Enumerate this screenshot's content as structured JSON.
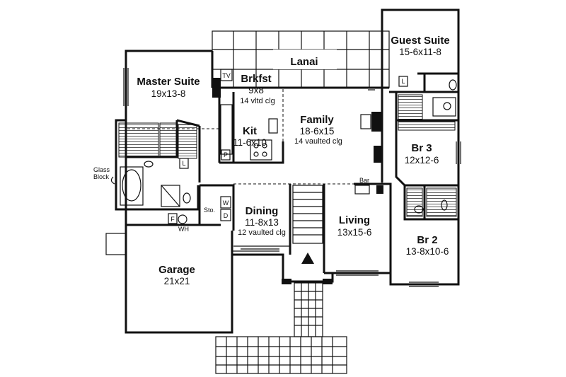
{
  "rooms": {
    "lanai": {
      "name": "Lanai"
    },
    "guest": {
      "name": "Guest Suite",
      "dim": "15-6x11-8"
    },
    "master": {
      "name": "Master Suite",
      "dim": "19x13-8"
    },
    "brkfst": {
      "name": "Brkfst",
      "dim": "9x8",
      "note": "14 vltd clg"
    },
    "family": {
      "name": "Family",
      "dim": "18-6x15",
      "note": "14 vaulted clg"
    },
    "kit": {
      "name": "Kit",
      "dim": "11-6x10"
    },
    "br3": {
      "name": "Br 3",
      "dim": "12x12-6"
    },
    "dining": {
      "name": "Dining",
      "dim": "11-8x13",
      "note": "12 vaulted clg"
    },
    "living": {
      "name": "Living",
      "dim": "13x15-6"
    },
    "br2": {
      "name": "Br 2",
      "dim": "13-8x10-6"
    },
    "garage": {
      "name": "Garage",
      "dim": "21x21"
    }
  },
  "marks": {
    "tv": "TV",
    "glass_block_1": "Glass",
    "glass_block_2": "Block",
    "sto": "Sto.",
    "wh": "WH",
    "bar": "Bar",
    "l_master": "L",
    "l_guest": "L",
    "p_kit": "P",
    "w": "W",
    "d": "D",
    "f": "F"
  }
}
